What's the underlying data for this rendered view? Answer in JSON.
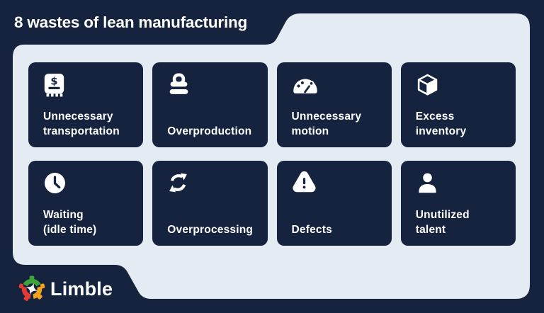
{
  "header": {
    "title": "8 wastes of lean manufacturing"
  },
  "cards": [
    {
      "label": "Unnecessary\ntransportation",
      "icon": "receipt-dollar-icon"
    },
    {
      "label": "Overproduction",
      "icon": "stacked-goods-icon"
    },
    {
      "label": "Unnecessary\nmotion",
      "icon": "gauge-icon"
    },
    {
      "label": "Excess\ninventory",
      "icon": "cube-icon"
    },
    {
      "label": "Waiting\n(idle time)",
      "icon": "clock-icon"
    },
    {
      "label": "Overprocessing",
      "icon": "sync-arrows-icon"
    },
    {
      "label": "Defects",
      "icon": "warning-triangle-icon"
    },
    {
      "label": "Unutilized\ntalent",
      "icon": "person-icon"
    }
  ],
  "footer": {
    "brand": "Limble"
  },
  "icons": {
    "dollar_glyph": "$"
  },
  "colors": {
    "background": "#15233F",
    "panel": "#E5EBF2",
    "card": "#15233F",
    "text": "#FFFFFF",
    "logo_green": "#3FA33C",
    "logo_red": "#E23B33",
    "logo_orange": "#F5A21B"
  }
}
